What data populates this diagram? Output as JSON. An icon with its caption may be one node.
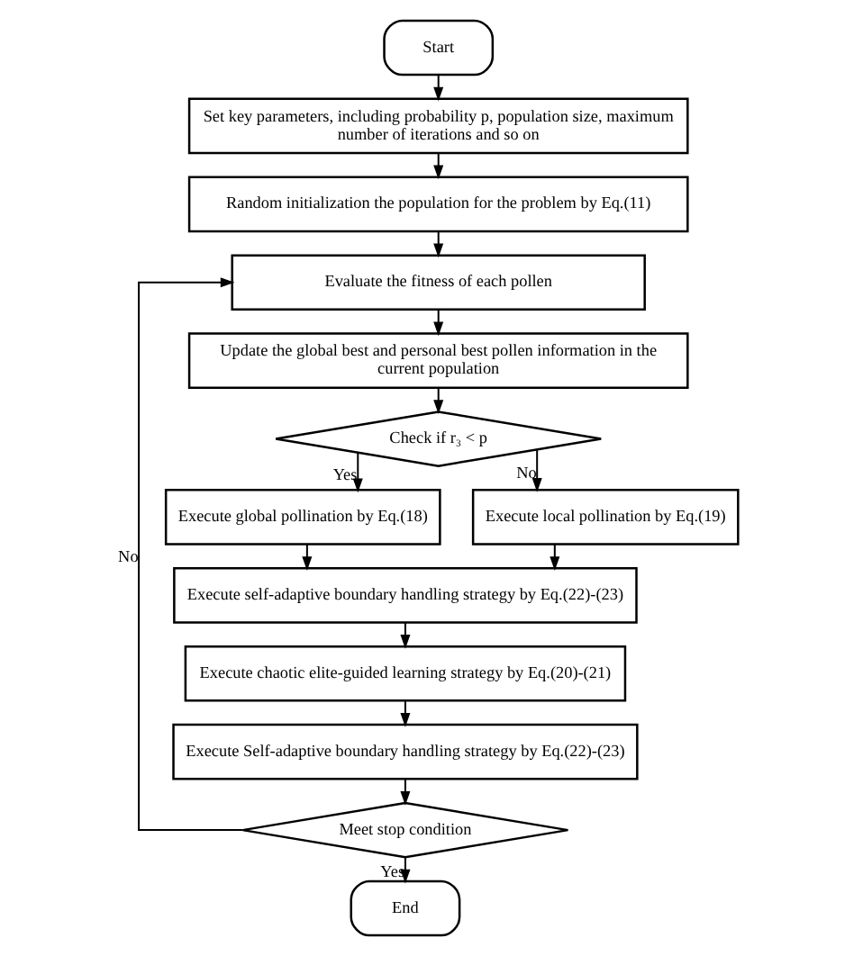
{
  "diagram": {
    "nodes": [
      {
        "text": [
          "Start"
        ]
      },
      {
        "text": [
          "Set key parameters, including probability p, population size, maximum number of iterations and so on"
        ]
      },
      {
        "text": [
          "Random initialization the population for the problem by Eq.(11)"
        ]
      },
      {
        "text": [
          "Evaluate the fitness of each pollen"
        ]
      },
      {
        "text": [
          "Update the global best and personal best pollen information in the current population"
        ]
      },
      {
        "text": [
          "Check if r₃ < p"
        ]
      },
      {
        "text": [
          "Execute global pollination by Eq.(18)"
        ]
      },
      {
        "text": [
          "Execute local pollination by Eq.(19)"
        ]
      },
      {
        "text": [
          "Execute self-adaptive boundary handling strategy by Eq.(22)-(23)"
        ]
      },
      {
        "text": [
          "Execute chaotic elite-guided learning strategy by Eq.(20)-(21)"
        ]
      },
      {
        "text": [
          "Execute Self-adaptive boundary handling strategy by Eq.(22)-(23)"
        ]
      },
      {
        "text": [
          "Meet stop condition"
        ]
      },
      {
        "text": [
          "End"
        ]
      }
    ],
    "edges": [
      {
        "from": 0,
        "to": 1,
        "arrow": "to"
      },
      {
        "from": 1,
        "to": 2,
        "arrow": "to"
      },
      {
        "from": 2,
        "to": 3,
        "arrow": "to"
      },
      {
        "from": 3,
        "to": 4,
        "arrow": "to"
      },
      {
        "from": 4,
        "to": 5,
        "arrow": "to"
      },
      {
        "from": 5,
        "to": 6,
        "label": "Yes",
        "arrow": "to"
      },
      {
        "from": 5,
        "to": 7,
        "label": "No",
        "arrow": "to"
      },
      {
        "from": 6,
        "to": 8,
        "arrow": "to"
      },
      {
        "from": 7,
        "to": 8,
        "arrow": "to"
      },
      {
        "from": 8,
        "to": 9,
        "arrow": "to"
      },
      {
        "from": 9,
        "to": 10,
        "arrow": "to"
      },
      {
        "from": 10,
        "to": 11,
        "arrow": "to"
      },
      {
        "from": 11,
        "to": 3,
        "label": "No",
        "arrow": "to"
      },
      {
        "from": 11,
        "to": 12,
        "label": "Yes",
        "arrow": "to"
      }
    ]
  }
}
